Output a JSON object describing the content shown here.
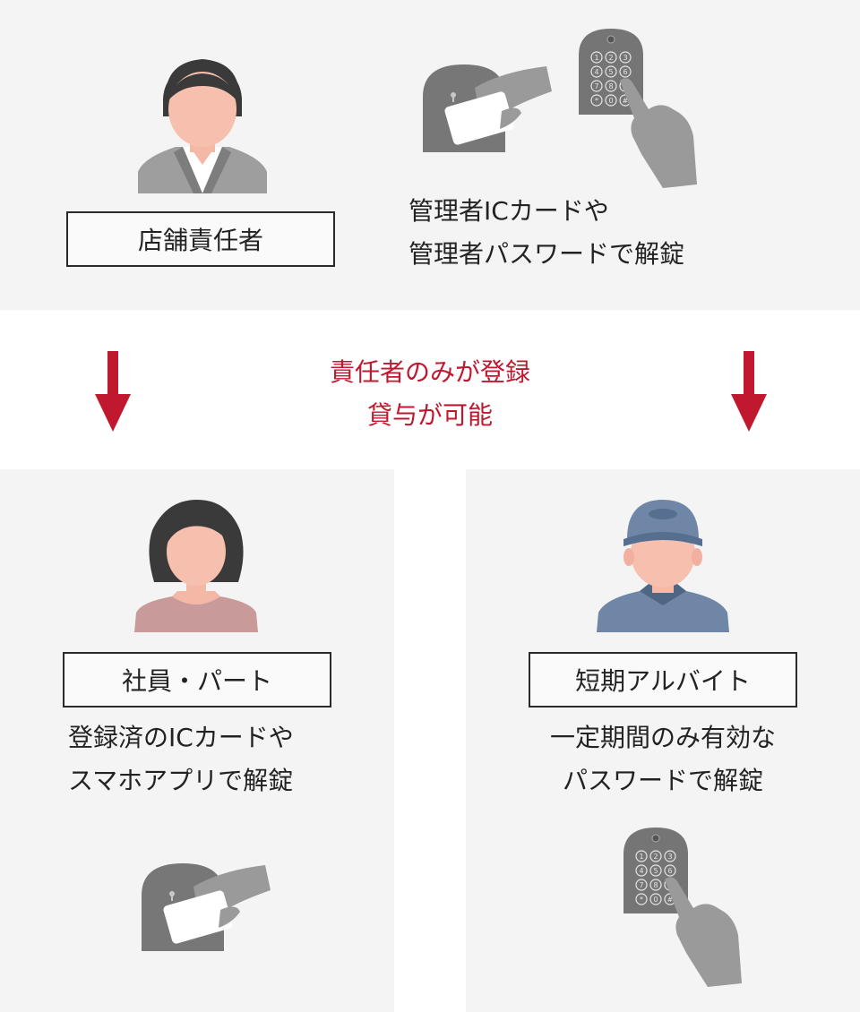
{
  "top": {
    "role_label": "店舗責任者",
    "desc_lines": [
      "管理者ICカードや",
      "管理者パスワードで解錠"
    ]
  },
  "center_note": {
    "lines": [
      "責任者のみが登録",
      "貸与が可能"
    ],
    "color": "#c0182e"
  },
  "bottom_left": {
    "role_label": "社員・パート",
    "desc_lines": [
      "登録済のICカードや",
      "スマホアプリで解錠"
    ]
  },
  "bottom_right": {
    "role_label": "短期アルバイト",
    "desc_lines": [
      "一定期間のみ有効な",
      "パスワードで解錠"
    ]
  },
  "keypad": {
    "keys": [
      "1",
      "2",
      "3",
      "4",
      "5",
      "6",
      "7",
      "8",
      "9",
      "*",
      "0",
      "#"
    ]
  },
  "colors": {
    "panel_bg": "#f4f4f4",
    "arrow": "#c0182e",
    "device": "#7a7a7a",
    "hand": "#9a9a9a"
  }
}
